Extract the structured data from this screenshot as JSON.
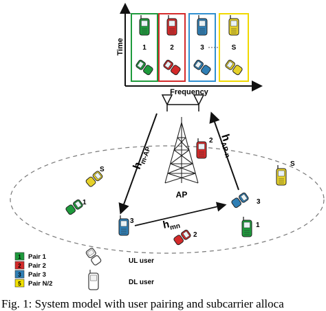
{
  "axes": {
    "y_label": "Time",
    "x_label": "Frequency"
  },
  "freq_columns": [
    {
      "label": "1",
      "color": "#1e9a3c",
      "border": "#1e9a3c"
    },
    {
      "label": "2",
      "color": "#d42a2a",
      "border": "#d42a2a"
    },
    {
      "label": "3",
      "color": "#2f7fb5",
      "border": "#2f8fd0"
    },
    {
      "label": "S",
      "color": "#e6d12a",
      "border": "#f0d800"
    }
  ],
  "channels": {
    "m_ap": {
      "base": "h",
      "sub": "m-AP"
    },
    "ap_n": {
      "base": "h",
      "sub": "AP-n"
    },
    "mn": {
      "base": "h",
      "sub": "mn"
    }
  },
  "ap_label": "AP",
  "phone_labels": {
    "ap_red": "2",
    "left_yellow": "S",
    "left_green": "1",
    "bottom_blue": "3",
    "bottom_red": "2",
    "right_yellow": "S",
    "right_blue": "3",
    "right_green": "1"
  },
  "legend": [
    {
      "badge": "1",
      "color": "#1e9a3c",
      "text": "Pair 1"
    },
    {
      "badge": "2",
      "color": "#d42a2a",
      "text": "Pair 2"
    },
    {
      "badge": "3",
      "color": "#2f7fb5",
      "text": "Pair 3"
    },
    {
      "badge": "5",
      "color": "#f0e000",
      "text": "Pair N/2"
    }
  ],
  "user_types": {
    "ul": "UL user",
    "dl": "DL user"
  },
  "caption": "Fig. 1: System model with user pairing and subcarrier alloca"
}
